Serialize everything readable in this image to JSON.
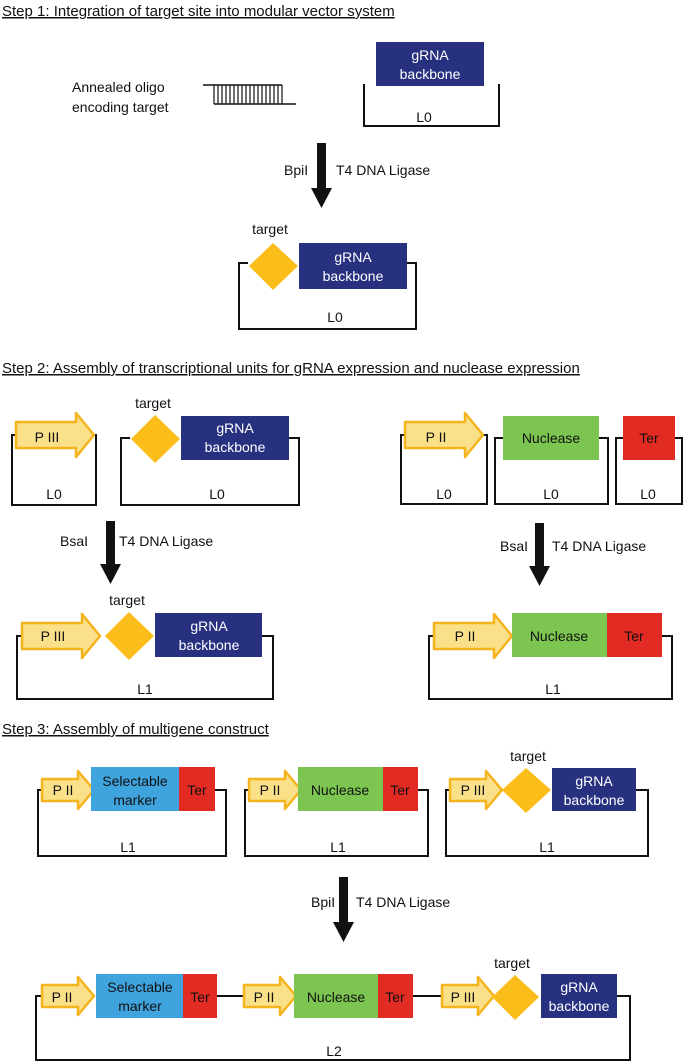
{
  "colors": {
    "grna_backbone": "#273180",
    "promoter_fill": "#fbe08a",
    "promoter_stroke": "#f5b31c",
    "target": "#fbbd1a",
    "nuclease": "#7dc551",
    "terminator": "#e22b22",
    "selectable_marker": "#3fa4dd",
    "arrow": "#111111"
  },
  "icons": {
    "promoter": "yellow-block-arrow-icon",
    "target": "orange-diamond-icon",
    "oligo": "double-strand-oligo-icon",
    "process_arrow": "down-arrow-icon"
  },
  "step1": {
    "title": "Step 1: Integration of target site into modular vector system",
    "oligo_line1": "Annealed oligo",
    "oligo_line2": "encoding target",
    "grna_line1": "gRNA",
    "grna_line2": "backbone",
    "level_label": "L0",
    "enzyme": "BpiI",
    "ligase": "T4 DNA Ligase",
    "product_target": "target",
    "product_grna_line1": "gRNA",
    "product_grna_line2": "backbone",
    "product_level": "L0"
  },
  "step2": {
    "title": "Step 2: Assembly of transcriptional units for gRNA expression and nuclease expression",
    "left": {
      "promoter": "P III",
      "promoter_level": "L0",
      "target": "target",
      "grna_line1": "gRNA",
      "grna_line2": "backbone",
      "grna_level": "L0",
      "enzyme": "BsaI",
      "ligase": "T4 DNA Ligase",
      "product_promoter": "P III",
      "product_target": "target",
      "product_grna_line1": "gRNA",
      "product_grna_line2": "backbone",
      "product_level": "L1"
    },
    "right": {
      "promoter": "P II",
      "promoter_level": "L0",
      "nuclease": "Nuclease",
      "nuclease_level": "L0",
      "terminator": "Ter",
      "terminator_level": "L0",
      "enzyme": "BsaI",
      "ligase": "T4 DNA Ligase",
      "product_promoter": "P II",
      "product_nuclease": "Nuclease",
      "product_terminator": "Ter",
      "product_level": "L1"
    }
  },
  "step3": {
    "title": "Step 3: Assembly of multigene construct",
    "unit1": {
      "promoter": "P II",
      "marker_line1": "Selectable",
      "marker_line2": "marker",
      "terminator": "Ter",
      "level": "L1"
    },
    "unit2": {
      "promoter": "P II",
      "nuclease": "Nuclease",
      "terminator": "Ter",
      "level": "L1"
    },
    "unit3": {
      "promoter": "P III",
      "target": "target",
      "grna_line1": "gRNA",
      "grna_line2": "backbone",
      "level": "L1"
    },
    "enzyme": "BpiI",
    "ligase": "T4 DNA Ligase",
    "product": {
      "promoter1": "P II",
      "marker_line1": "Selectable",
      "marker_line2": "marker",
      "terminator1": "Ter",
      "promoter2": "P II",
      "nuclease": "Nuclease",
      "terminator2": "Ter",
      "promoter3": "P III",
      "target": "target",
      "grna_line1": "gRNA",
      "grna_line2": "backbone",
      "level": "L2"
    }
  }
}
